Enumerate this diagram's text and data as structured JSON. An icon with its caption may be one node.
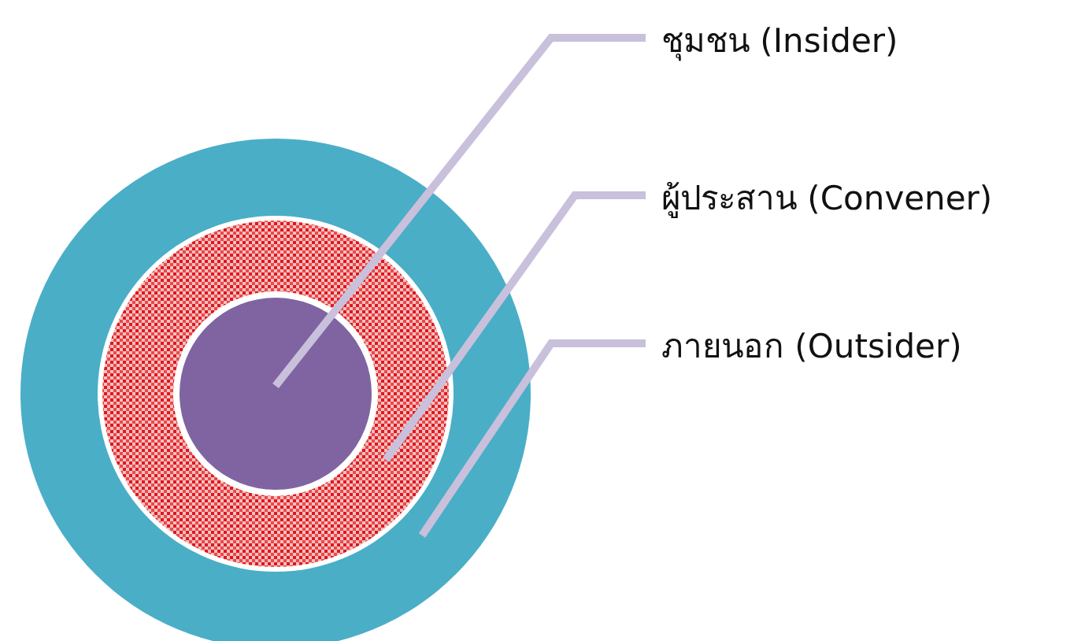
{
  "diagram": {
    "nodes": [
      {
        "text": [
          "ชุมชน (Insider)"
        ]
      },
      {
        "text": [
          "ผู้ประสาน (Convener)"
        ]
      },
      {
        "text": [
          "ภายนอก (Outsider)"
        ]
      },
      {
        "text": [],
        "shape": "circle"
      },
      {
        "text": [],
        "shape": "circle",
        "in": 3
      },
      {
        "text": [],
        "shape": "circle",
        "in": 4
      }
    ],
    "edges": [
      {
        "from": 0,
        "to": 5,
        "arrow": "none"
      },
      {
        "from": 1,
        "to": 4,
        "arrow": "none"
      },
      {
        "from": 2,
        "to": 3,
        "arrow": "none"
      }
    ]
  }
}
